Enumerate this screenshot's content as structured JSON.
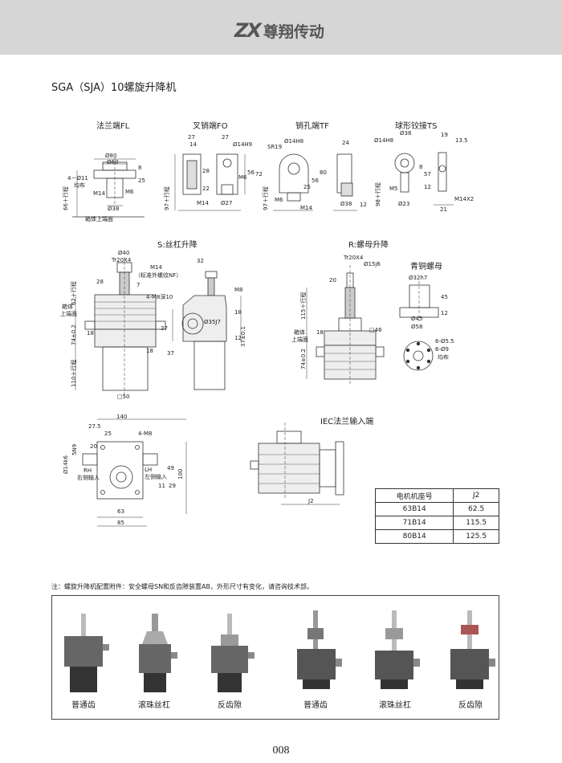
{
  "header": {
    "logo_mark": "ZX",
    "brand": "尊翔传动"
  },
  "page_title": "SGA（SJA）10螺旋升降机",
  "ends": [
    {
      "label": "法兰端FL"
    },
    {
      "label": "叉销端FO"
    },
    {
      "label": "销孔端TF"
    },
    {
      "label": "球形铰接TS"
    }
  ],
  "fl": {
    "d80": "Ø80",
    "d60": "Ø60",
    "holes": "4－Ø11",
    "even": "均布",
    "m14": "M14",
    "m6": "M6",
    "d38": "Ø38",
    "d8": "8",
    "d25": "25",
    "stroke": "66＋行程",
    "box_top": "箱体上端面"
  },
  "fo": {
    "d27a": "27",
    "d14": "14",
    "d27b": "27",
    "d14h9": "Ø14H9",
    "d28": "28",
    "d22": "22",
    "d56": "56",
    "d72": "72",
    "m6": "M6",
    "m14": "M14",
    "d27c": "Ø27",
    "stroke": "97＋行程"
  },
  "tf": {
    "sr19": "SR19",
    "d14h8": "Ø14H8",
    "d24": "24",
    "d25": "25",
    "d56": "56",
    "d80": "80",
    "m6": "M6",
    "m14": "M14",
    "d38": "Ø38",
    "d12": "12",
    "stroke": "97＋行程"
  },
  "ts": {
    "d38": "Ø38",
    "d14h8": "Ø14H8",
    "d19": "19",
    "d135": "13.5",
    "d8": "8",
    "d57": "57",
    "d12": "12",
    "m5": "M5",
    "d23": "Ø23",
    "d21": "21",
    "m14x2": "M14X2",
    "stroke": "98＋行程"
  },
  "s_lift": {
    "title": "S:丝杠升降",
    "d40": "Ø40",
    "tr": "Tr20X4",
    "m14": "M14",
    "note": "（标准外螺纹NF）",
    "d7": "7",
    "d28": "28",
    "stroke1": "62＋行程",
    "box_top": "箱体",
    "box_top2": "上端面",
    "d18a": "18",
    "d74": "74±0.2",
    "stroke2": "110＋行程",
    "d18b": "18",
    "sq50": "□50",
    "d32": "32",
    "m8": "M8",
    "m8_10": "4-M8深10",
    "d35j7": "Ø35J7",
    "d37a": "37",
    "d37b": "37",
    "d18c": "18",
    "d37c": "37±0.1",
    "d12": "12"
  },
  "r_lift": {
    "title": "R:螺母升降",
    "tr": "Tr20X4",
    "d15j6": "Ø15j6",
    "d20": "20",
    "stroke": "115＋行程",
    "d18": "18",
    "box_top": "箱体",
    "box_top2": "上端面",
    "d74": "74±0.2",
    "sq46": "□46",
    "nut_title": "青铜螺母",
    "d32h7": "Ø32h7",
    "d45h": "45",
    "d12": "12",
    "d45": "Ø45",
    "d58": "Ø58",
    "holes1": "6-Ø5.5",
    "holes2": "6-Ø9",
    "even": "均布"
  },
  "bottom_view": {
    "d140": "140",
    "d275": "27.5",
    "d25": "25",
    "d20": "20",
    "m8": "4-M8",
    "n9": "5N9",
    "d14k6": "Ø14k6",
    "rh": "RH",
    "rh_text": "右侧输入",
    "lh": "LH",
    "lh_text": "左侧输入",
    "d49": "49",
    "d100": "100",
    "d11": "11",
    "d29": "29",
    "d63": "63",
    "d85": "85"
  },
  "iec": {
    "title": "IEC法兰输入端",
    "j2": "J2"
  },
  "table": {
    "headers": [
      "电机机座号",
      "J2"
    ],
    "rows": [
      [
        "63B14",
        "62.5"
      ],
      [
        "71B14",
        "115.5"
      ],
      [
        "80B14",
        "125.5"
      ]
    ]
  },
  "note": "注：螺旋升降机配置附件：安全螺母SN和反齿隙装置AB，外形尺寸有变化，请咨询技术部。",
  "photos": [
    {
      "caption": "普通齿"
    },
    {
      "caption": "滚珠丝杠"
    },
    {
      "caption": "反齿隙"
    },
    {
      "caption": "普通齿"
    },
    {
      "caption": "滚珠丝杠"
    },
    {
      "caption": "反齿隙"
    }
  ],
  "page_number": "008"
}
